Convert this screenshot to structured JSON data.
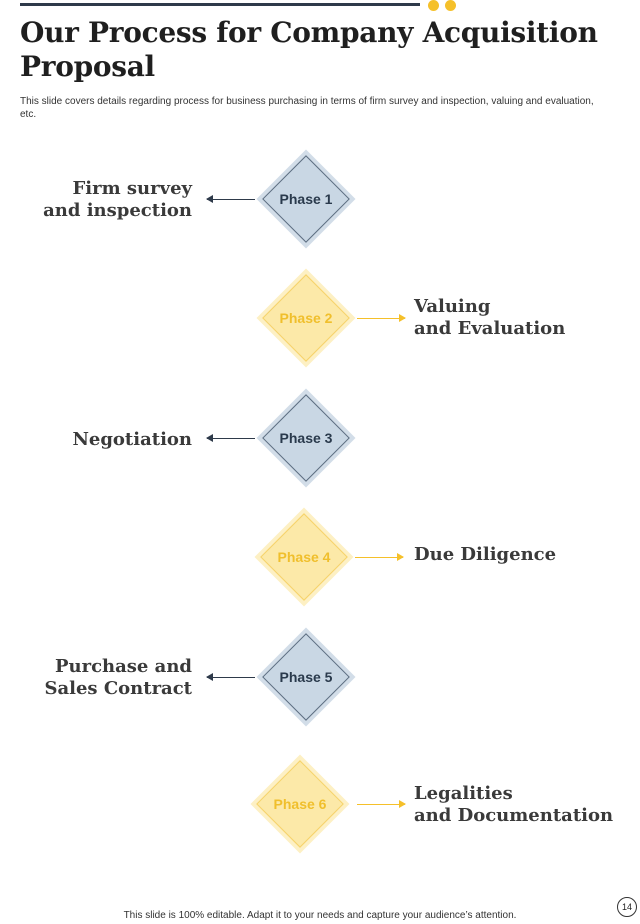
{
  "header": {
    "title": "Our Process for Company Acquisition Proposal",
    "subtitle": "This slide covers details regarding process for business purchasing in terms of firm survey and inspection, valuing and evaluation, etc."
  },
  "phases": [
    {
      "label": "Phase 1",
      "step": "Firm survey\nand inspection",
      "side": "left",
      "color": "#c9d7e4"
    },
    {
      "label": "Phase 2",
      "step": "Valuing\nand Evaluation",
      "side": "right",
      "color": "#fce9a8"
    },
    {
      "label": "Phase 3",
      "step": "Negotiation",
      "side": "left",
      "color": "#c9d7e4"
    },
    {
      "label": "Phase 4",
      "step": "Due Diligence",
      "side": "right",
      "color": "#fce9a8"
    },
    {
      "label": "Phase 5",
      "step": "Purchase and\nSales Contract",
      "side": "left",
      "color": "#c9d7e4"
    },
    {
      "label": "Phase 6",
      "step": "Legalities\nand Documentation",
      "side": "right",
      "color": "#fce9a8"
    }
  ],
  "footer": {
    "note": "This slide is 100% editable. Adapt it to your needs and capture your audience’s attention.",
    "page_number": "14"
  },
  "colors": {
    "accent_yellow": "#f5c02a",
    "dark_navy": "#2e3a4a",
    "blue_fill": "#c9d7e4",
    "yellow_fill": "#fce9a8"
  }
}
